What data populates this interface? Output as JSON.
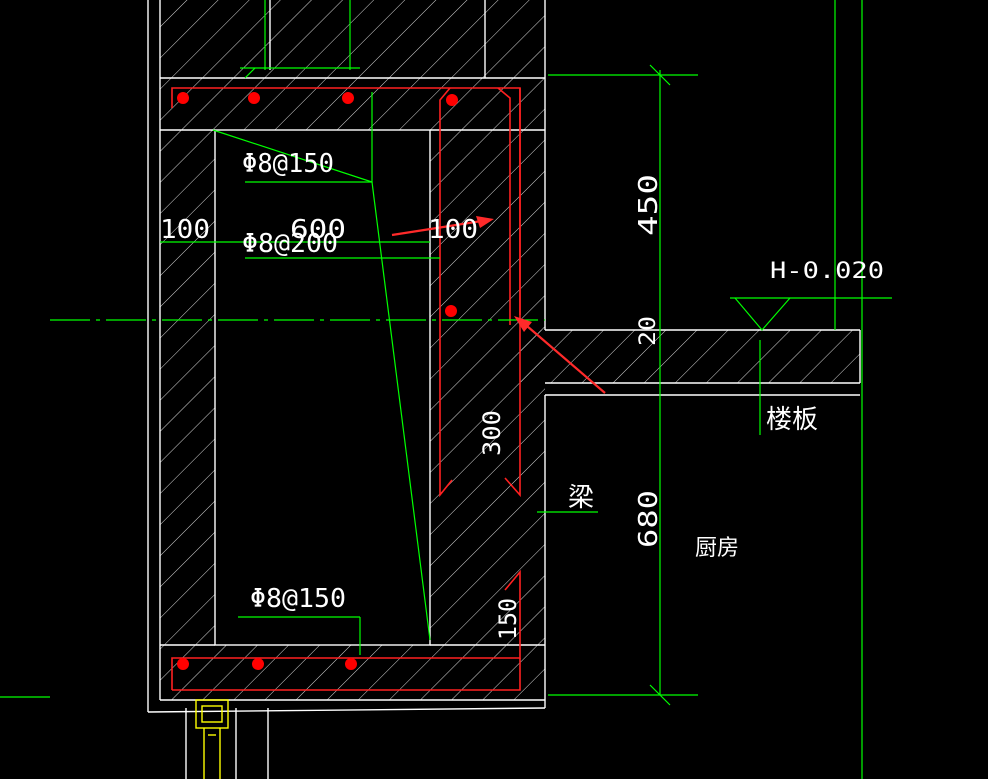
{
  "colors": {
    "background": "#000000",
    "wall_outline": "#ffffff",
    "hatch": "#e6e6e6",
    "dimension": "#00ff00",
    "rebar_line": "#ff2020",
    "rebar_dot": "#ff0000",
    "arrow": "#ff2a2a",
    "window": "#ffff00"
  },
  "rebar_callouts": {
    "top": "Φ8@150",
    "middle": "Φ8@200",
    "bottom": "Φ8@150"
  },
  "dimensions": {
    "left_width": "100",
    "overall_width": "600",
    "right_width": "100",
    "upper_height": "450",
    "slab_thickness": "20",
    "lower_height": "680",
    "beam_depth": "300",
    "bottom_depth": "150"
  },
  "elevation": {
    "label": "H-0.020"
  },
  "labels": {
    "floor_slab": "楼板",
    "beam": "梁",
    "kitchen": "厨房"
  }
}
